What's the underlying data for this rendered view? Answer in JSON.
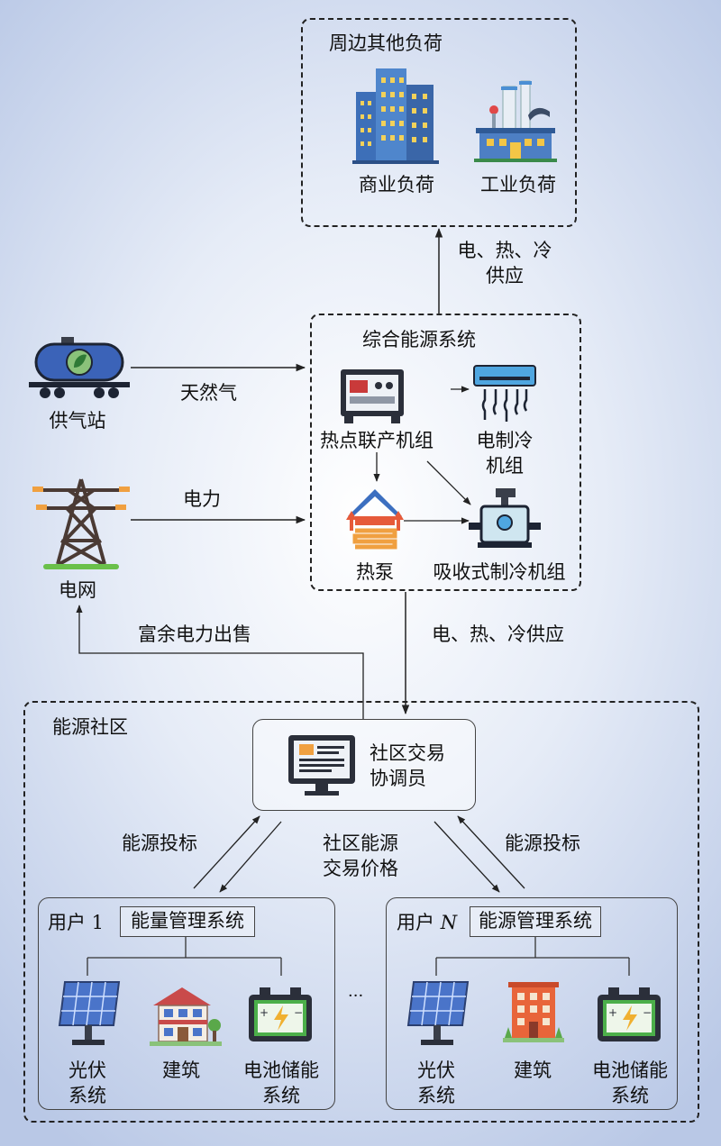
{
  "surrounding": {
    "title": "周边其他负荷",
    "commercial": "商业负荷",
    "industrial": "工业负荷"
  },
  "supply_top": "电、热、冷\n供应",
  "gas_station": "供气站",
  "natural_gas": "天然气",
  "grid": "电网",
  "power": "电力",
  "ies": {
    "title": "综合能源系统",
    "chp": "热点联产机组",
    "elec_chiller": "电制冷\n机组",
    "heat_pump": "热泵",
    "abs_chiller": "吸收式制冷机组"
  },
  "surplus_sale": "富余电力出售",
  "supply_mid": "电、热、冷供应",
  "community": {
    "title": "能源社区",
    "coordinator": "社区交易\n协调员",
    "bid_left": "能源投标",
    "bid_right": "能源投标",
    "price": "社区能源\n交易价格",
    "ellipsis": "···"
  },
  "user1": {
    "name": "用户 1",
    "ems": "能量管理系统",
    "pv": "光伏\n系统",
    "building": "建筑",
    "battery": "电池储能\n系统"
  },
  "userN": {
    "name_prefix": "用户 ",
    "name_var": "N",
    "ems": "能源管理系统",
    "pv": "光伏\n系统",
    "building": "建筑",
    "battery": "电池储能\n系统"
  },
  "colors": {
    "accent_blue": "#3e6fb0",
    "arrow": "#222222",
    "solar": "#4a74c9",
    "battery": "#2e8b3a"
  }
}
